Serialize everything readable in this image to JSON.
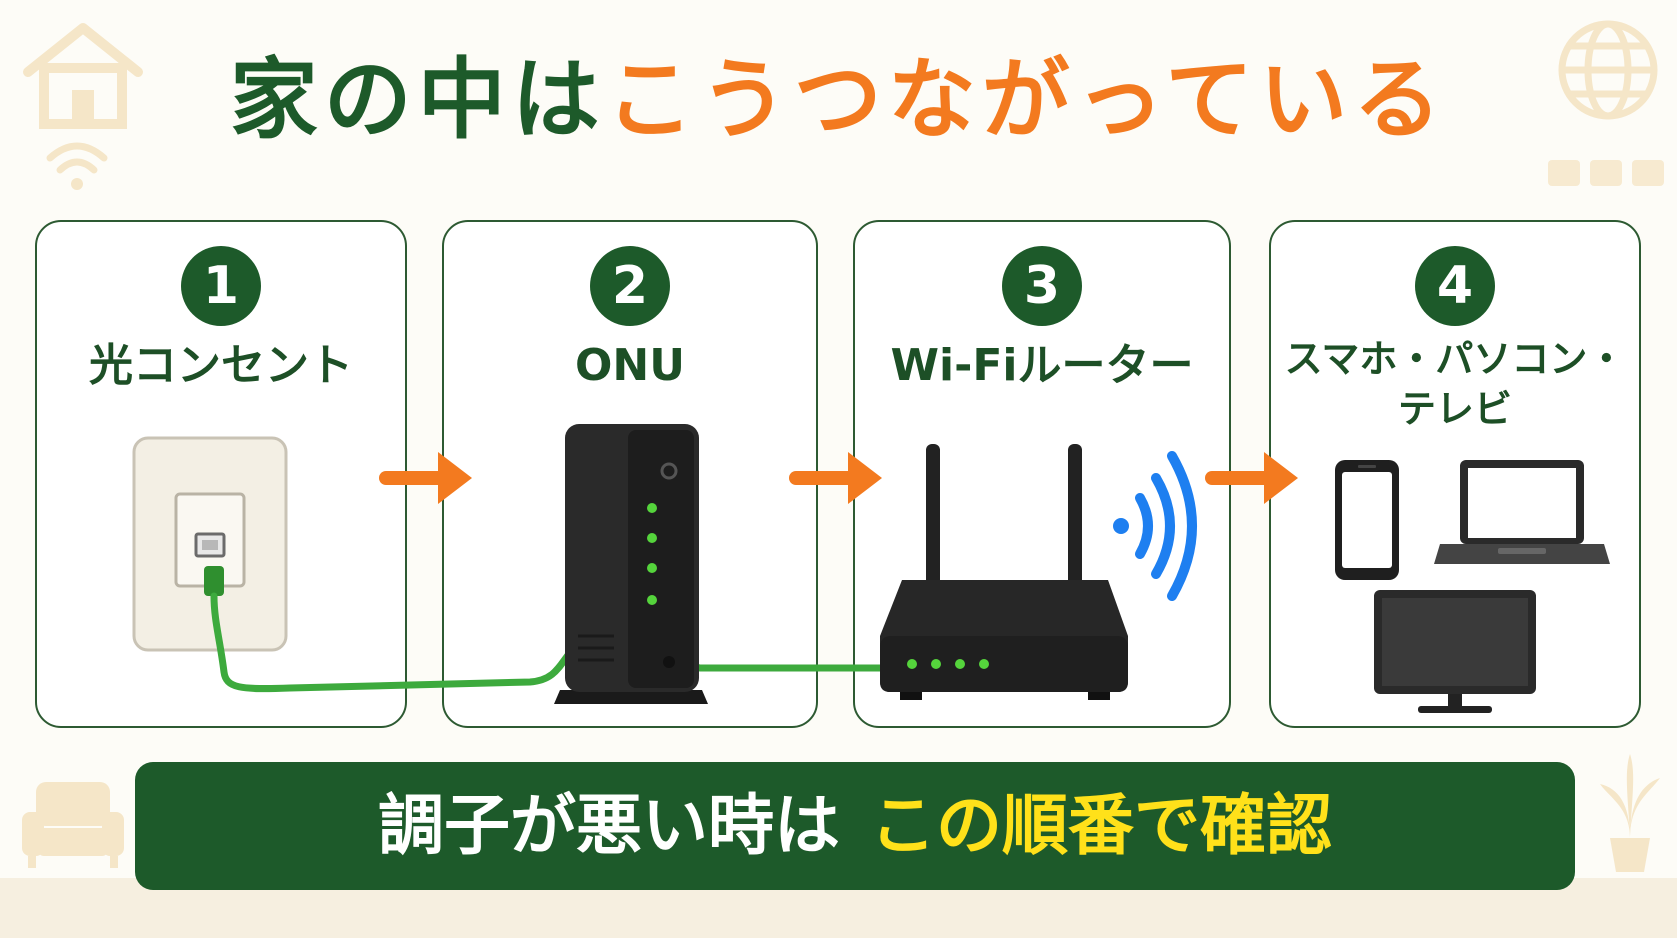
{
  "title": {
    "part1": "家の中は",
    "part2": "こうつながっている"
  },
  "steps": [
    {
      "number": "1",
      "label": "光コンセント"
    },
    {
      "number": "2",
      "label": "ONU"
    },
    {
      "number": "3",
      "label": "Wi-Fiルーター"
    },
    {
      "number": "4",
      "label_line1": "スマホ・パソコン・",
      "label_line2": "テレビ"
    }
  ],
  "banner": {
    "part1": "調子が悪い時は",
    "part2": "この順番で確認"
  },
  "colors": {
    "title_green": "#1d5a2a",
    "title_orange": "#f37a1f",
    "arrow_orange": "#f37a1f",
    "banner_green": "#1d5a2a",
    "banner_yellow": "#ffe11a",
    "cable_green": "#3daa3d",
    "led_green": "#55d43c",
    "wifi_blue": "#1e7ff0"
  },
  "icons": {
    "decor": [
      "house-icon",
      "wifi-icon",
      "globe-icon",
      "sofa-icon",
      "plant-icon"
    ],
    "devices": [
      "wall-outlet-icon",
      "onu-device-icon",
      "router-icon",
      "wifi-waves-icon",
      "smartphone-icon",
      "laptop-icon",
      "tv-icon"
    ]
  }
}
